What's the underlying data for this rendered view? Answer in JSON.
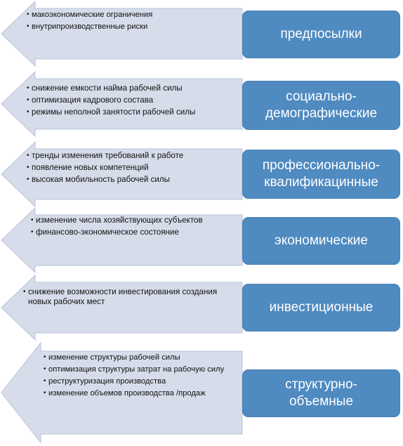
{
  "rows": [
    {
      "label_lines": [
        "предпосылки"
      ],
      "bullets": [
        "макоэкономические ограничения",
        "внутрипроизводственные риски"
      ]
    },
    {
      "label_lines": [
        "социально-",
        "демографические"
      ],
      "bullets": [
        "снижение емкости найма рабочей силы",
        "оптимизация кадрового состава",
        "режимы неполной  занятости рабочей силы"
      ]
    },
    {
      "label_lines": [
        "профессионально-",
        "квалификацинные"
      ],
      "bullets": [
        "тренды изменения требований к работе",
        "появление новых компетенций",
        "высокая мобильность рабочей силы"
      ]
    },
    {
      "label_lines": [
        "экономические"
      ],
      "bullets": [
        "изменение числа хозяйствующих субъектов",
        "финансово-экономическое состояние"
      ]
    },
    {
      "label_lines": [
        "инвестиционные"
      ],
      "bullets": [
        "снижение возможности инвестирования создания новых рабочих мест"
      ]
    },
    {
      "label_lines": [
        "структурно-",
        "объемные"
      ],
      "bullets": [
        "изменение структуры рабочей силы",
        "оптимизация структуры затрат на рабочую силу",
        "реструктуризация производства",
        "изменение объемов производства /продаж"
      ]
    }
  ]
}
